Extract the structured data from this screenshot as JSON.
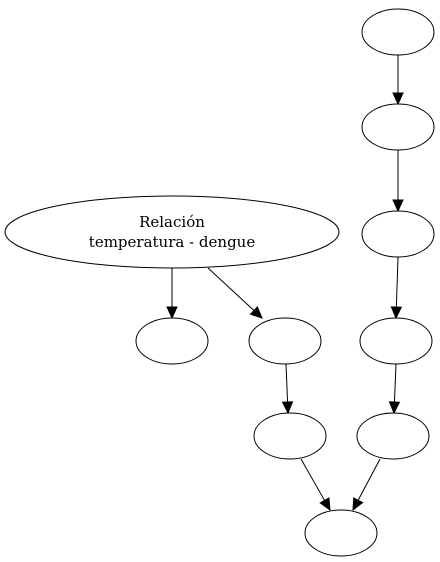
{
  "diagram": {
    "type": "directed-graph",
    "nodes": [
      {
        "id": "root",
        "label_lines": [
          "Relación",
          "temperatura - dengue"
        ]
      },
      {
        "id": "n1",
        "label_lines": []
      },
      {
        "id": "n2",
        "label_lines": []
      },
      {
        "id": "n3",
        "label_lines": []
      },
      {
        "id": "n4",
        "label_lines": []
      },
      {
        "id": "n5",
        "label_lines": []
      },
      {
        "id": "n6",
        "label_lines": []
      },
      {
        "id": "n7",
        "label_lines": []
      },
      {
        "id": "n8",
        "label_lines": []
      },
      {
        "id": "n9",
        "label_lines": []
      },
      {
        "id": "n10",
        "label_lines": []
      }
    ],
    "edges": [
      {
        "from": "root",
        "to": "n1"
      },
      {
        "from": "root",
        "to": "n2"
      },
      {
        "from": "n2",
        "to": "n3"
      },
      {
        "from": "n3",
        "to": "n4"
      },
      {
        "from": "n5",
        "to": "n6"
      },
      {
        "from": "n6",
        "to": "n7"
      },
      {
        "from": "n7",
        "to": "n8"
      },
      {
        "from": "n8",
        "to": "n9"
      },
      {
        "from": "n9",
        "to": "n4"
      }
    ],
    "colors": {
      "stroke": "#000000",
      "fill": "#ffffff",
      "text": "#000000"
    }
  }
}
